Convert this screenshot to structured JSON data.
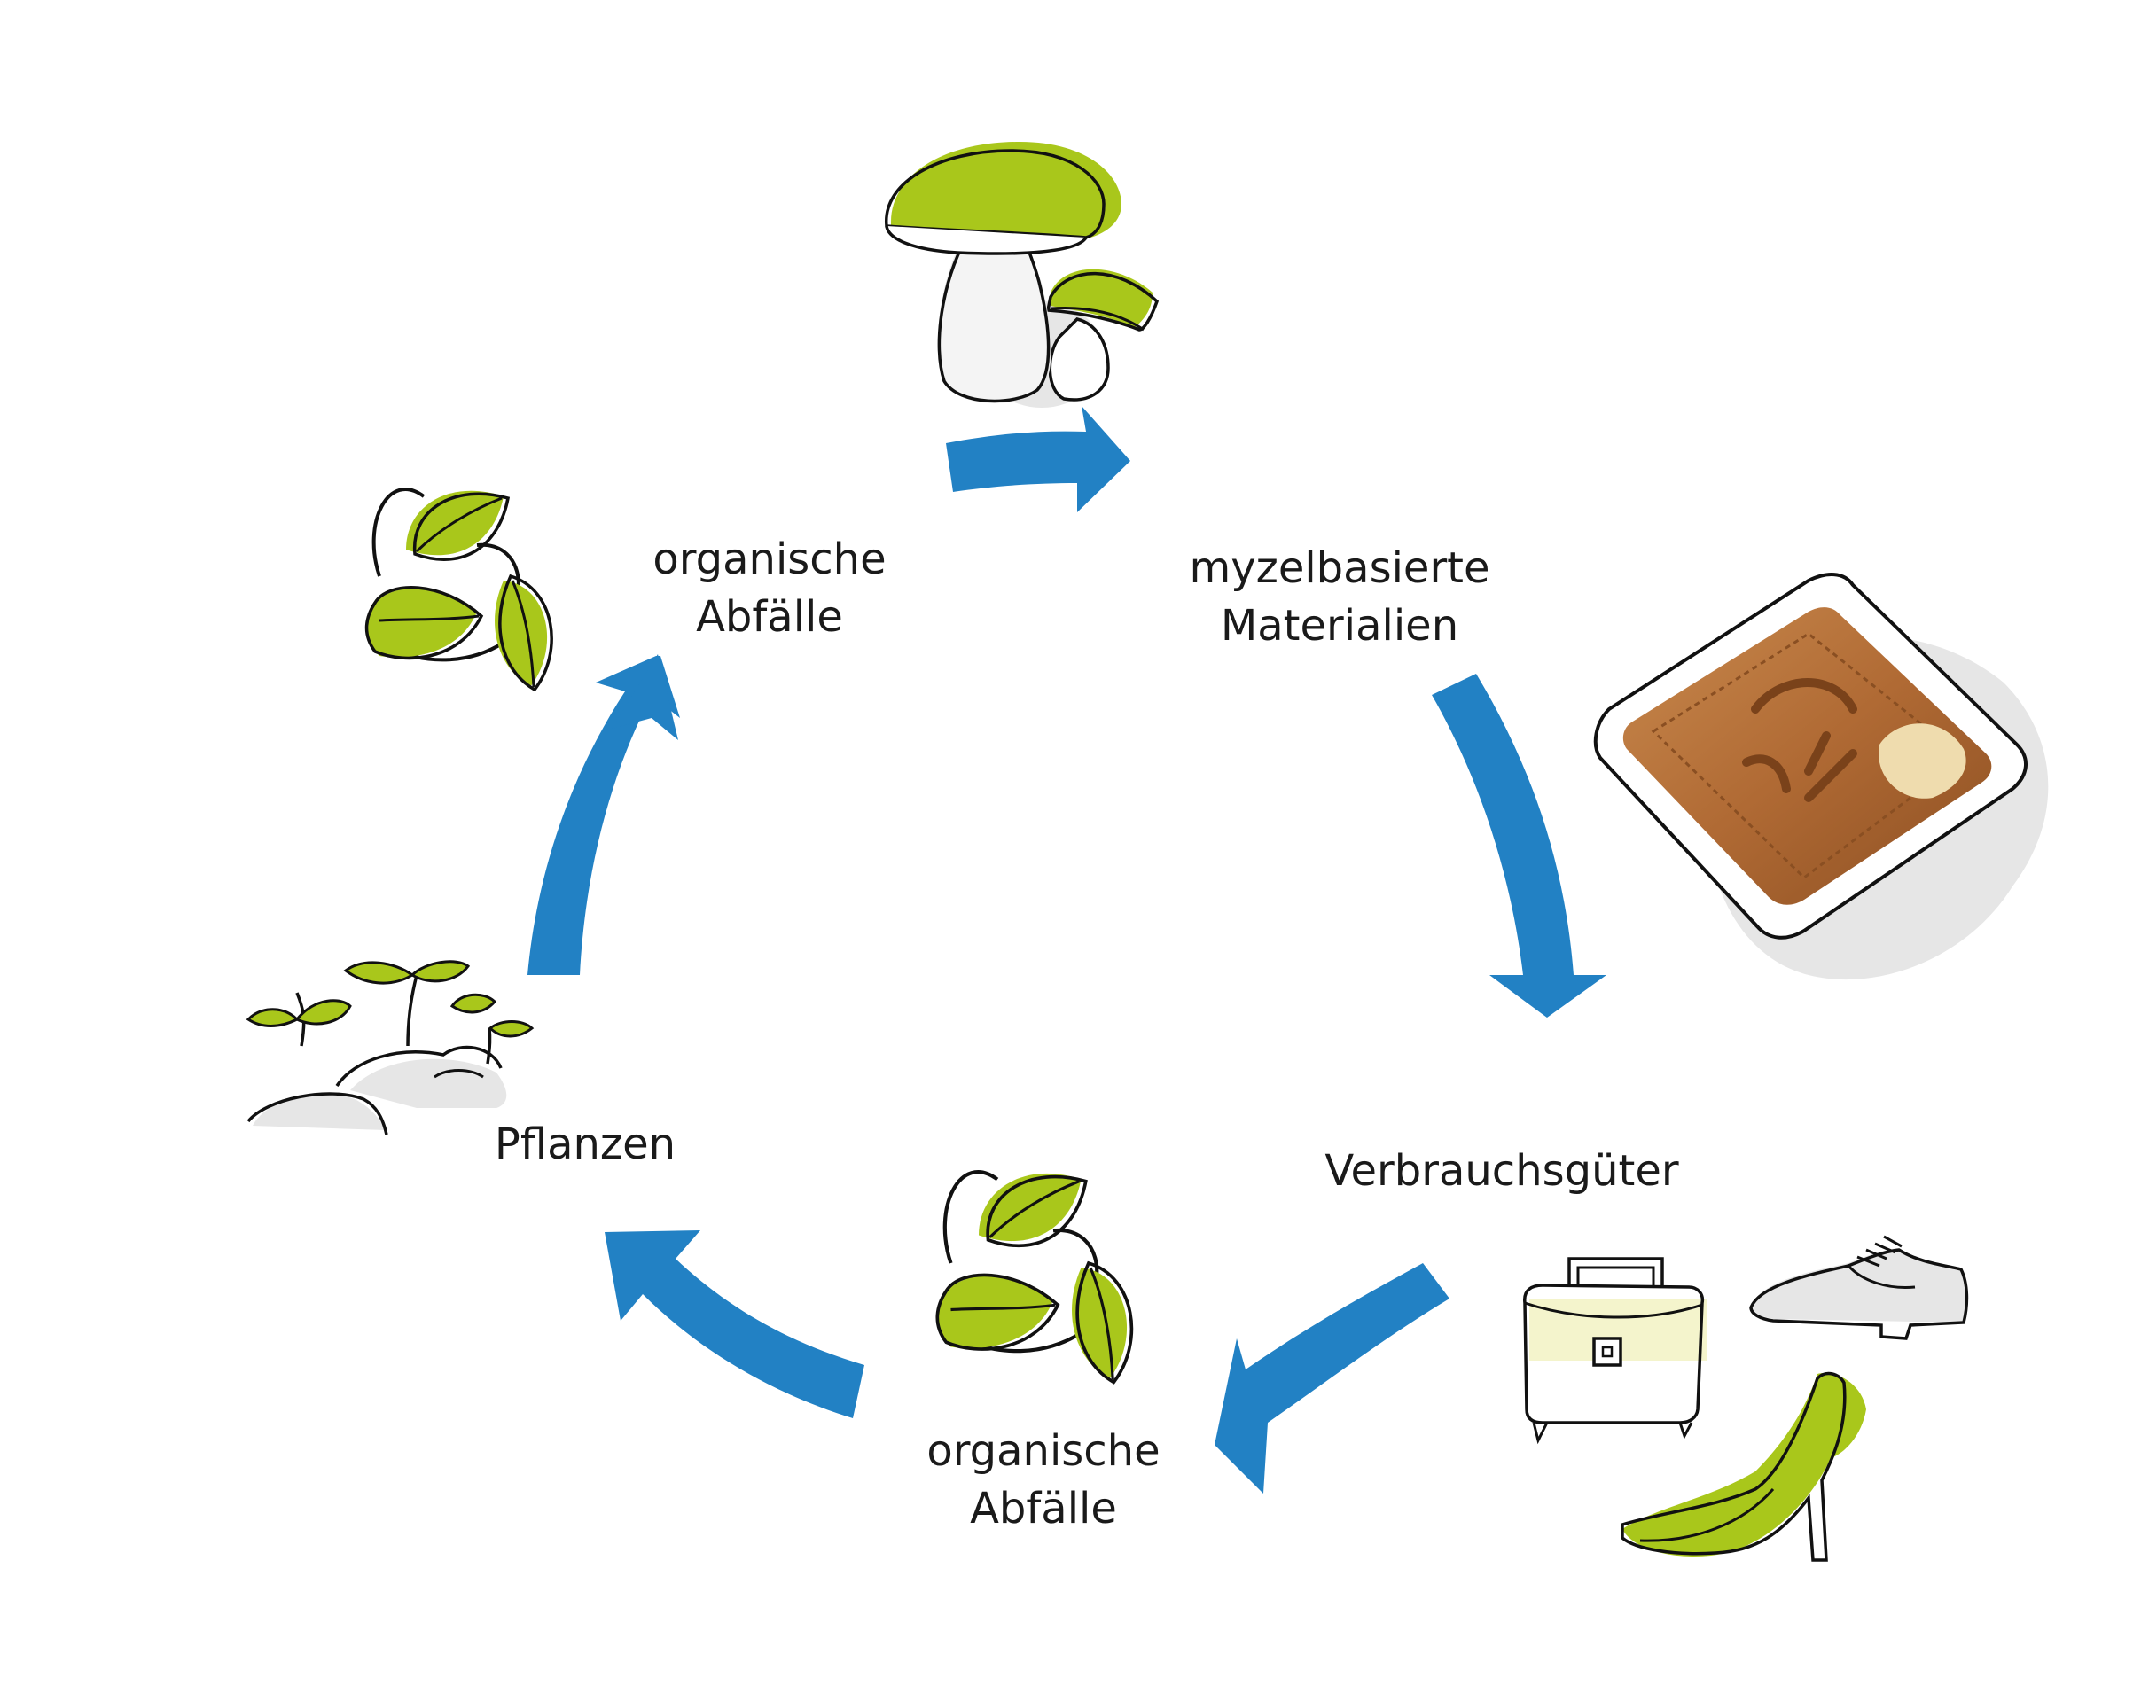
{
  "nodes": {
    "organic_waste_top": {
      "line1": "organische",
      "line2": "Abfälle",
      "icon": "recycle-leaves-icon"
    },
    "mycelium_materials": {
      "line1": "myzelbasierte",
      "line2": "Materialien",
      "icon": "mycelium-material-icon"
    },
    "consumer_goods": {
      "line1": "Verbrauchsgüter",
      "icons": [
        "handbag-icon",
        "shoe-icon",
        "high-heel-icon"
      ]
    },
    "organic_waste_bottom": {
      "line1": "organische",
      "line2": "Abfälle",
      "icon": "recycle-leaves-icon"
    },
    "plants": {
      "line1": "Pflanzen",
      "icon": "seedlings-icon"
    },
    "fungi": {
      "icon": "mushroom-icon"
    }
  },
  "colors": {
    "arrow": "#2281c4",
    "leaf_green": "#a9c71b",
    "outline": "#111111",
    "light_gray": "#e4e4e4",
    "material_brown": "#b4703a"
  }
}
